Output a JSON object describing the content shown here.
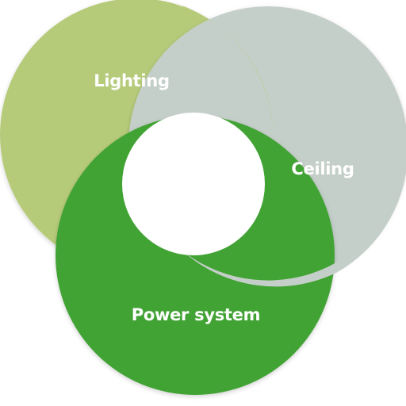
{
  "diagram": {
    "circles": [
      {
        "id": "lighting",
        "label": "Lighting",
        "color": "#b6cb7a"
      },
      {
        "id": "ceiling",
        "label": "Ceiling",
        "color": "#c5cfc9"
      },
      {
        "id": "power-system",
        "label": "Power system",
        "color": "#43a335"
      }
    ],
    "center_color": "#ffffff"
  }
}
